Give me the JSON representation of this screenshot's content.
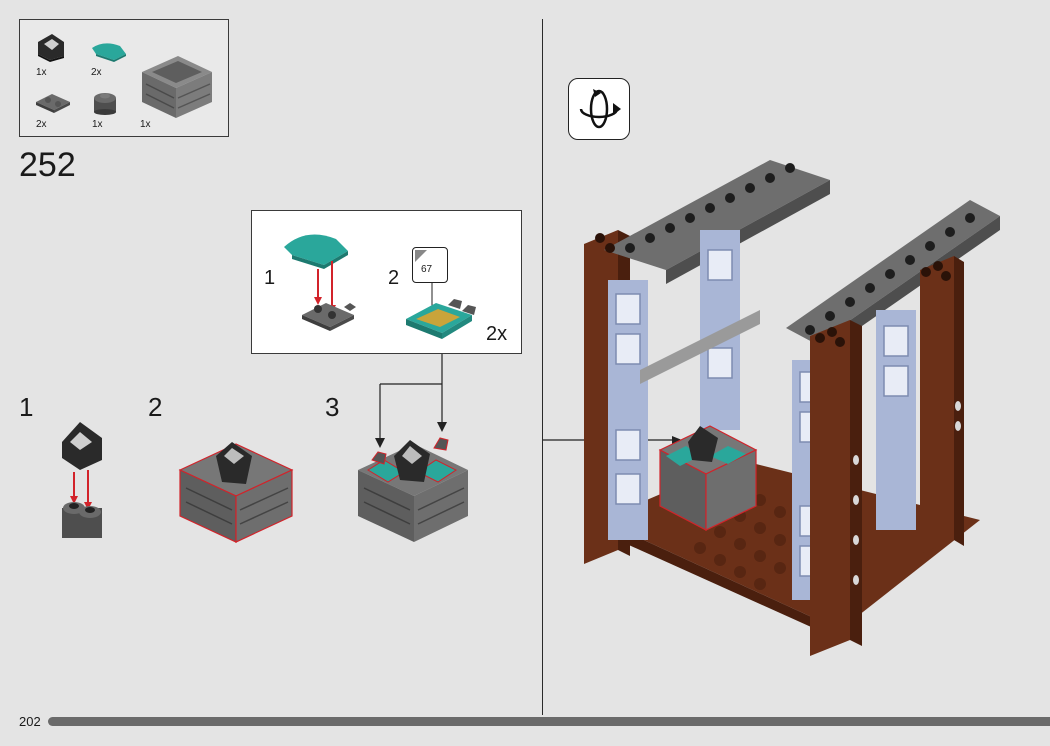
{
  "parts_list": [
    {
      "icon": "black-wedge-slope-brick",
      "qty": "1x"
    },
    {
      "icon": "teal-curved-tile",
      "qty": "2x"
    },
    {
      "icon": "gray-crate-container",
      "qty": "1x"
    },
    {
      "icon": "dark-gray-plate-with-clips",
      "qty": "2x"
    },
    {
      "icon": "dark-gray-round-brick",
      "qty": "1x"
    }
  ],
  "step_number": "252",
  "callout": {
    "substeps": [
      "1",
      "2"
    ],
    "sticker_number": "67",
    "multiplier": "2x"
  },
  "substeps": [
    "1",
    "2",
    "3"
  ],
  "page_number": "202",
  "colors": {
    "background": "#e4e4e4",
    "teal": "#2aa79b",
    "brown": "#6b3018",
    "light_blue": "#a9b6d6",
    "dark_gray": "#555555",
    "arrow_red": "#d2232a"
  }
}
